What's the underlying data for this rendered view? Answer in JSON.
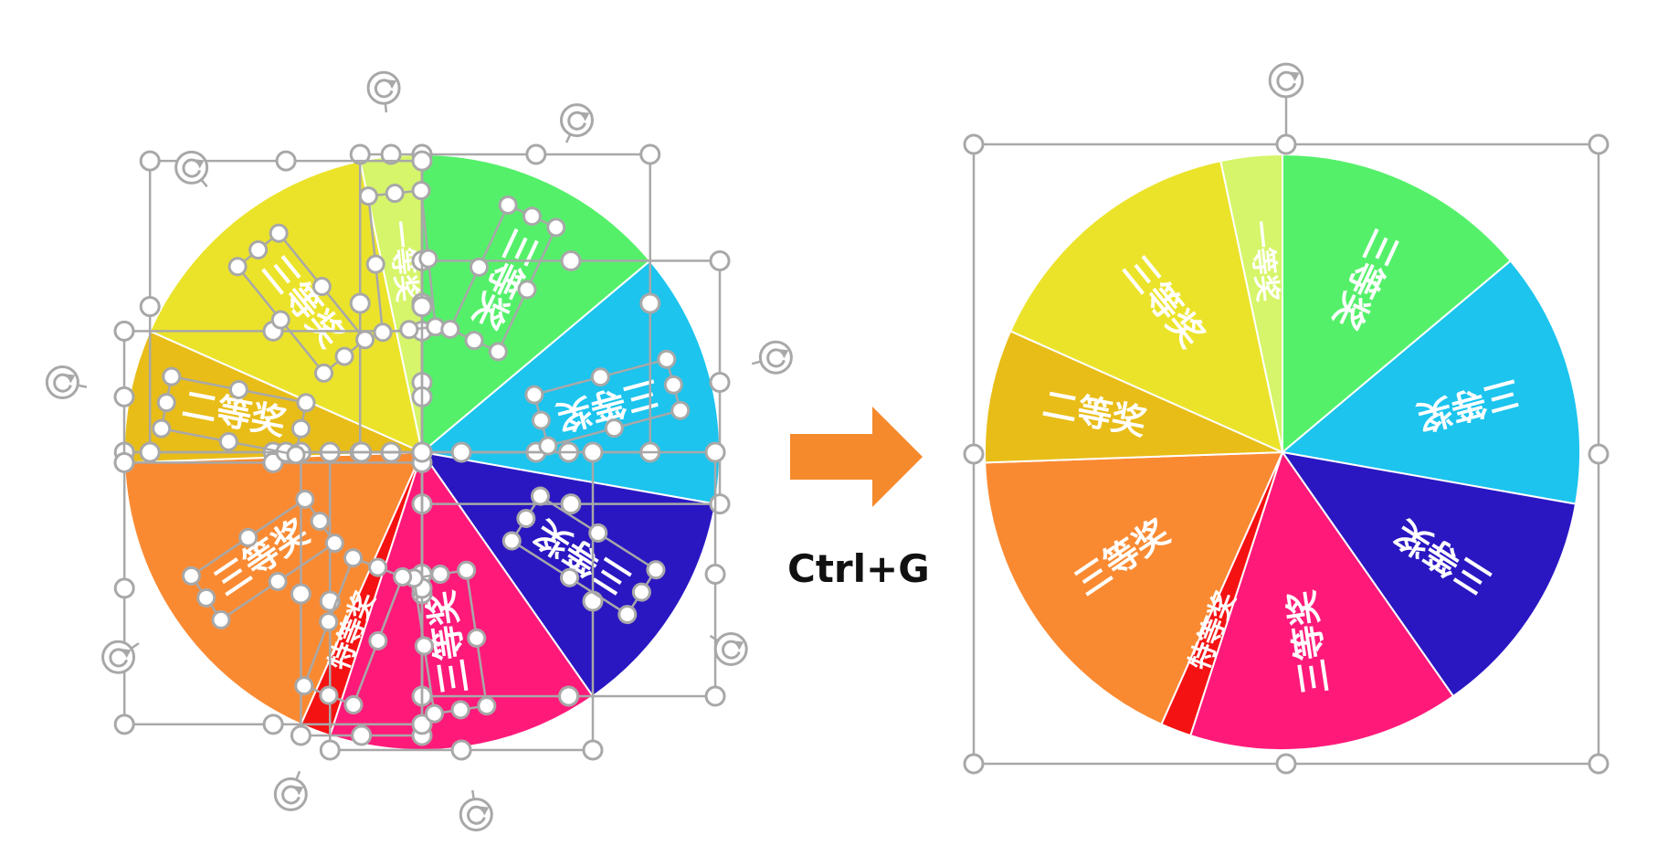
{
  "shortcut": {
    "label": "Ctrl+G"
  },
  "colors": {
    "handle_stroke": "#a8a8a8",
    "arrow": "#f58a2c",
    "divider": "#ffffff"
  },
  "wheel": {
    "slices": [
      {
        "label": "一等奖",
        "color": "#d6f56a",
        "start": 348,
        "end": 360
      },
      {
        "label": "三等奖",
        "color": "#55f06a",
        "start": 0,
        "end": 50
      },
      {
        "label": "三等奖",
        "color": "#1cc4ee",
        "start": 50,
        "end": 100
      },
      {
        "label": "三等奖",
        "color": "#2a17c2",
        "start": 100,
        "end": 145
      },
      {
        "label": "三等奖",
        "color": "#ff1a7a",
        "start": 145,
        "end": 198
      },
      {
        "label": "特等奖",
        "color": "#f51212",
        "start": 198,
        "end": 204
      },
      {
        "label": "三等奖",
        "color": "#fa8a32",
        "start": 204,
        "end": 268
      },
      {
        "label": "二等奖",
        "color": "#e8bd18",
        "start": 268,
        "end": 294
      },
      {
        "label": "三等奖",
        "color": "#ebe32a",
        "start": 294,
        "end": 348
      }
    ]
  }
}
